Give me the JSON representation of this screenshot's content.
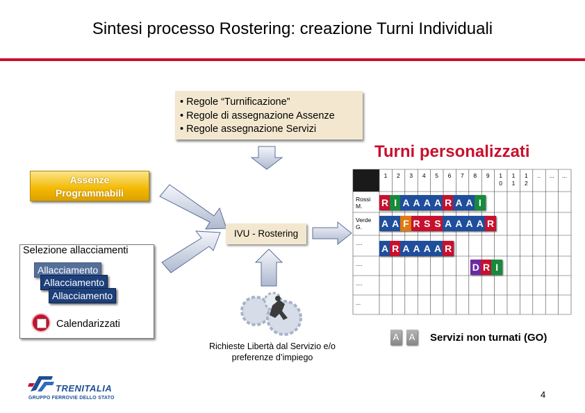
{
  "title": "Sintesi processo Rostering: creazione Turni Individuali",
  "rules": [
    "• Regole “Turnificazione”",
    "• Regole di assegnazione  Assenze",
    "• Regole assegnazione Servizi"
  ],
  "turni_title": "Turni personalizzati",
  "assenze_label": [
    "Assenze",
    "Programmabili"
  ],
  "ivu_label": "IVU - Rostering",
  "selezione_title": "Selezione allacciamenti",
  "allacciamenti": [
    "Allacciamento",
    "Allacciamento",
    "Allacciamento"
  ],
  "calendarizzati": "Calendarizzati",
  "richieste": [
    "Richieste Libertà dal Servizio e/o",
    "preferenze d’impiego"
  ],
  "servizi_label": "Servizi non turnati (GO)",
  "go_letters": [
    "A",
    "A"
  ],
  "page_number": "4",
  "logo": {
    "name": "TRENITALIA",
    "group": "GRUPPO FERROVIE DELLO STATO"
  },
  "colors": {
    "accent_red": "#c8102e",
    "A": "#1f4e9c",
    "R": "#c8102e",
    "I": "#178a3c",
    "F": "#e07a10",
    "S": "#c8102e",
    "D": "#6b2aa3"
  },
  "table": {
    "headers": [
      "1",
      "2",
      "3",
      "4",
      "5",
      "6",
      "7",
      "8",
      "9",
      "1\n0",
      "1\n1",
      "1\n2",
      "..",
      "...",
      "..."
    ],
    "rows": [
      {
        "label": "Rossi\nM.",
        "cells": [
          "R",
          "I",
          "A",
          "A",
          "A",
          "A",
          "R",
          "A",
          "A",
          "I"
        ],
        "start": 0
      },
      {
        "label": "Verde\nG.",
        "cells": [
          "A",
          "A",
          "F",
          "R",
          "S",
          "S",
          "A",
          "A",
          "A",
          "A",
          "R"
        ],
        "start": 0
      },
      {
        "label": "....",
        "cells": [
          "A",
          "R",
          "A",
          "A",
          "A",
          "A",
          "R"
        ],
        "start": 0
      },
      {
        "label": "....",
        "cells": [
          "D",
          "R",
          "I"
        ],
        "start": 4
      },
      {
        "label": "....",
        "cells": [],
        "start": 0
      },
      {
        "label": "...",
        "cells": [],
        "start": 0
      }
    ]
  }
}
